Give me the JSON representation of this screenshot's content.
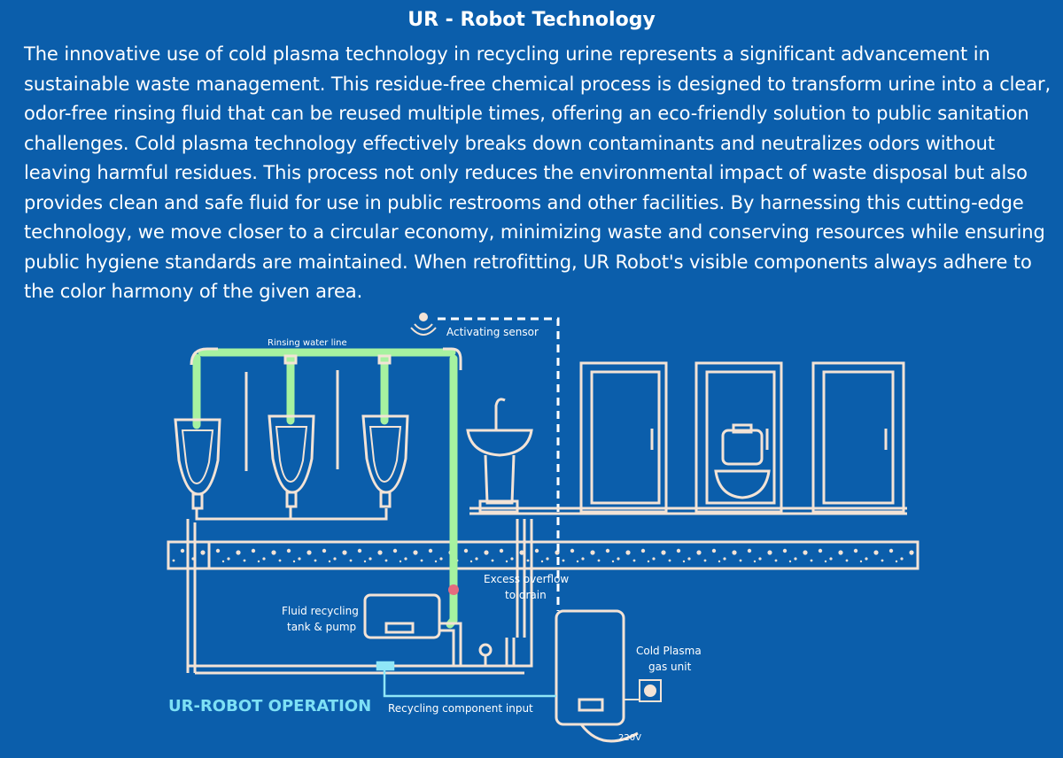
{
  "header": {
    "title": "UR - Robot Technology"
  },
  "intro": {
    "text": "The innovative use of cold plasma technology in recycling urine represents a significant advancement in sustainable waste management. This residue-free chemical process is designed to transform urine into a clear, odor-free rinsing fluid that can be reused multiple times, offering an eco-friendly solution to public sanitation challenges. Cold plasma technology effectively breaks down contaminants and neutralizes odors without leaving harmful residues. This process not only reduces the environmental impact of waste disposal but also provides clean and safe fluid for use in public restrooms and other facilities. By harnessing this cutting-edge technology, we move closer to a circular economy, minimizing waste and conserving resources while ensuring public hygiene standards are maintained. When retrofitting, UR Robot's visible components always adhere to the color harmony of the given area."
  },
  "diagram": {
    "labels": {
      "activating_sensor": "Activating sensor",
      "rinsing_water_line": "Rinsing water line",
      "excess_overflow_line1": "Excess overflow",
      "excess_overflow_line2": "to drain",
      "fluid_tank_line1": "Fluid recycling",
      "fluid_tank_line2": "tank & pump",
      "plasma_line1": "Cold Plasma",
      "plasma_line2": "gas unit",
      "operation": "UR-ROBOT OPERATION",
      "recycling_input": "Recycling  component input",
      "voltage": "220V"
    },
    "icons": [
      "wifi-sensor-icon",
      "urinal-icon",
      "sink-icon",
      "toilet-icon",
      "power-socket-icon"
    ],
    "colors": {
      "background": "#0b5eab",
      "pipe": "#f3e3d6",
      "rinse_line": "#a6f2a0",
      "operation_label": "#7de0f5",
      "recycling_line": "#8fe6f7"
    }
  }
}
